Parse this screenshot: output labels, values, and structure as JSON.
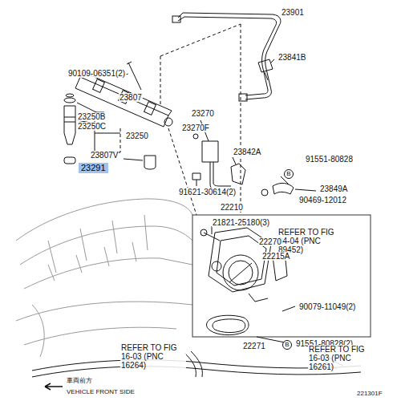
{
  "diagram": {
    "labels": [
      "23901",
      "23841B",
      "90109-06351(2)",
      "23807",
      "23250B",
      "23250C",
      "23250",
      "23807V",
      "23291",
      "23270",
      "23270F",
      "23842A",
      "91551-80828",
      "B",
      "23849A",
      "90469-12012",
      "91621-30614(2)",
      "22210",
      "21821-25180(3)",
      "REFER TO FIG 84-04 (PNC 89452)",
      "22270",
      "22215A",
      "90079-11049(2)",
      "22271",
      "B",
      "91551-80828(2)",
      "REFER TO FIG 16-03 (PNC 16264)",
      "REFER TO FIG 16-03 (PNC 16261)",
      "車両前方",
      "VEHICLE FRONT SIDE",
      "221301F"
    ]
  }
}
